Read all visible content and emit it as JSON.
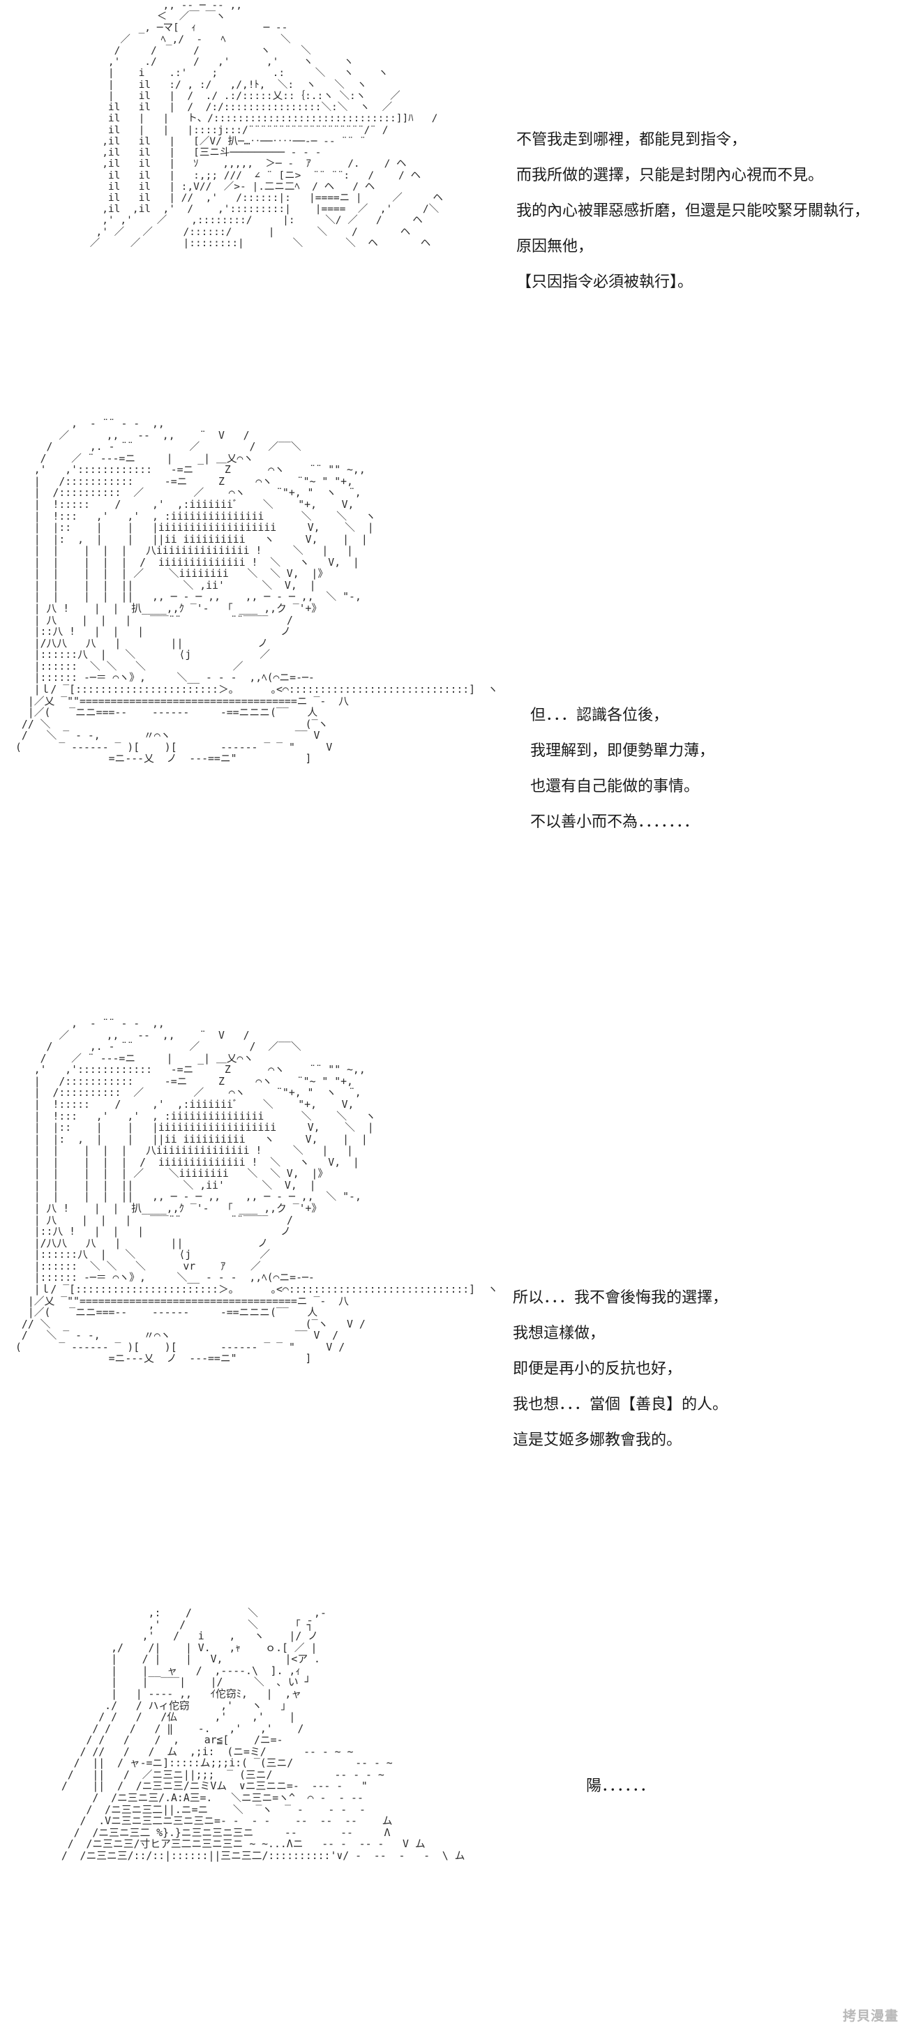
{
  "panels": [
    {
      "art": "             ,, -‐ ─ ‐- ,,\n            ＜  ／￣ ￣ヽ\n         _, ─マ[  ｨ           ─ ‐‐\n      ／     ﾍ_,/  ‐   ﾍ         ＼\n     /     /      /          ヽ     ＼\n    ,'    ./      /   ,'      ,'    ヽ     ヽ\n    |    i    .:'    ;         .:     ＼   ヽ    ヽ\n    |    il   :/ , :/   ,/,!ﾄ,  ＼:  ヽ   ＼  ヽ\n    |    il   |  /  ./ .:/:::::乂::｛:.:ヽ ＼:ヽ    ／\n    il   il   |  /  /:/::::::::::::::::＼:＼  ヽ  ／\n    il   |   |   ト、/::::::::::::::::::::::::::::::]]ﾊ   /\n    il   |   |   |::::j:::/¨¨¨¨¨¨¨¨¨¨¨¨¨¨¨¨¨¨¨/¨ /\n   ,il   il   |   [／V/ 扒─…‥──‥‥──‐─ ‐‐ ¨¨ ¨\n   ,il   il   |   [三ニ斗───────── ‐ ‐ ‐\n   ,il   il   |   ｿ    ,,,,,  ＞─ ‐  ｱ      /.    / ヘ\n    il   il   |   :,;; ///  ∠ ¨ [ニ>  ¨¨ ¨¨:   /    / ヘ\n    il   il   | :,V//  ／>‐ |.二ニ二ﾍ  / ヘ   / ヘ\n    il   il   | //  ,'   /::::::|:   |====ニ |     ／     ヘ\n   ,il  ,il  ,'  /    ,':::::::::|    |====  ／  ,'     /＼\n   ,' ,'    ／    ,::::::::/     |:     ＼/ ／   /     ヘ\n  ,' ／   ／     /::::::/      |       ＼    /       ヘ\n ／     ／       |::::::::|        ＼       ＼  ヘ       ヘ",
      "lines": [
        "不管我走到哪裡，都能見到指令，",
        "而我所做的選擇，只能是封閉內心視而不見。",
        "我的內心被罪惡感折磨，但還是只能咬緊牙關執行，",
        "原因無他，",
        "【只因指令必須被執行】。"
      ]
    },
    {
      "art": "         ,  ‐ ¨¨ ‐ ‐  ,,\n       ／      ,,   ‐‐  ,,    ¨  V   /\n     /      ,. ‐ ¨¨         ／        /  ／‾‾＼\n    /    ／ ¨ ‐‐‐=ニ     |    _| ＿乂⌒ヽ\n   ,'   ,'::::::::::::   ‐=ニ     Z      ⌒ヽ    ¨¨ \"\" ~,,\n   |   /:::::::::::     ‐=ニ     Z     ⌒ヽ    ¨\"~ \" \"+,\n   |  /::::::::::  ／        ／    ⌒ヽ     ¨\"+, \"  ヽ  ¨,\n   |  !:::::    /     ,'  ,:iiiiiiiﾞ    ＼    \"+,    V,\n   |  !:::   ,'   ,'  , :iiiiiiiiiiiiiii      ＼    ＼   ヽ\n   |  |::    |    |   |iiiiiiiiiiiiiiiiiii     V,    ＼  |\n   |  |:  ,  |    |   ||ii iiiiiiiiii   ヽ     V,    |  |\n   |  |    |  |  |   八iiiiiiiiiiiiiii !     ＼   |   |\n   |  |    |  |  |  /  iiiiiiiiiiiiii !  ＼   ヽ   V,  |\n   |  |    |  |  | ／    ＼iiiiiiii   ＼  ＼ V,  |》\n   |  |    |  |  ||        ＼ ,ii'      ＼  V,  |\n   |  |    |  |  ||   ,, ─ ‐ ─ ,,    ,, ─ ‐ ─ ,,  ＼ \"‐,\n   | 八 !    |  |  扒____,,ｸ ‾'‐   ｢ ___ ,,ク ‾'+》\n   | 八    |  |   |   ‾‾‾¨¨        ¨¨‾‾‾‾   /\n   |::八 !   |  |   |                      ノ\n   |/八八   八   |        ||            ノ\n   |::::::八  |   ＼       ⟨j           ／\n   |::::::  ＼ ＼   ＼              ／\n   |:::::: ‐─＝ ⌒ヽ》,     ＼__ ‐ ‐ ‐  ,,ﾍ(⌒ニ=‐─‐\n   |ｌ/ ‾[:::::::::::::::::::::::＞｡      ｡<⌒:::::::::::::::::::::::::::::]  ヽ\n  |／乂 ‾\"\"===================================ニ ‾‐  八\n  |／(   ‾ニニ===--    ------     ‐==ニニニ(‾‾   人\n // ＼                                         (‾ヽ\n /   ＼ ‾ ‐ ‐,       〃⌒ヽ                    ‾‾ V\n(      ‾ ‐‐‐‐‐‐ ‾ )[    )[       ‐‐‐‐‐‐ ‾ ‾ \"     V\n               =ニ‐‐‐乂  ノ  ‐‐‐==ニ\"           ]",
      "lines": [
        "但．．．認識各位後，",
        "我理解到，即便勢單力薄，",
        "也還有自己能做的事情。",
        "不以善小而不為．．．．．．．"
      ]
    },
    {
      "art": "         ,  ‐ ¨¨ ‐ ‐  ,,\n       ／      ,,   ‐‐  ,,    ¨  V   /\n     /      ,. ‐ ¨¨         ／        /  ／‾‾＼\n    /    ／ ¨ ‐‐‐=ニ     |    _| ＿乂⌒ヽ\n   ,'   ,'::::::::::::   ‐=ニ     Z      ⌒ヽ    ¨¨ \"\" ~,,\n   |   /:::::::::::     ‐=ニ     Z     ⌒ヽ    ¨\"~ \" \"+,\n   |  /::::::::::  ／        ／    ⌒ヽ     ¨\"+, \"  ヽ  ¨,\n   |  !:::::    /     ,'  ,:iiiiiiiﾞ    ＼    \"+,    V,\n   |  !:::   ,'   ,'  , :iiiiiiiiiiiiiii      ＼    ＼   ヽ\n   |  |::    |    |   |iiiiiiiiiiiiiiiiiii     V,    ＼  |\n   |  |:  ,  |    |   ||ii iiiiiiiiii   ヽ     V,    |  |\n   |  |    |  |  |   八iiiiiiiiiiiiiii !     ＼   |   |\n   |  |    |  |  |  /  iiiiiiiiiiiiii !  ＼   ヽ   V,  |\n   |  |    |  |  | ／    ＼iiiiiiii   ＼  ＼ V,  |》\n   |  |    |  |  ||        ＼ ,ii'      ＼  V,  |\n   |  |    |  |  ||   ,, ─ ‐ ─ ,,    ,, ─ ‐ ─ ,,  ＼ \"‐,\n   | 八 !    |  |  扒____,,ｸ ‾'‐   ｢ ___ ,,ク ‾'+》\n   | 八    |  |   |   ‾‾‾¨¨        ¨¨‾‾‾‾   /\n   |::八 !   |  |   |                      ノ\n   |/八八   八   |        ||            ノ\n   |::::::八  |   ＼       ⟨j           ／\n   |::::::  ＼ ＼   ＼      vr    ｱ    ／\n   |:::::: ‐─＝ ⌒ヽ》,     ＼__ ‐ ‐ ‐  ,,ﾍ(⌒ニ=‐─‐\n   |ｌ/ ‾[:::::::::::::::::::::::＞｡      ｡<⌒:::::::::::::::::::::::::::::]  ヽ\n  |／乂 ‾\"\"===================================ニ ‾‐  八\n  |／(   ‾ニニ===--    ------     ‐==ニニニ(‾‾   人\n // ＼                                         (‾ヽ   V /\n /   ＼ ‾ ‐ ‐,       〃⌒ヽ                    ‾‾ V  /\n(      ‾ ‐‐‐‐‐‐ ‾ )[    )[       ‐‐‐‐‐‐ ‾ ‾ \"     V /\n               =ニ‐‐‐乂  ノ  ‐‐‐==ニ\"           ]",
      "lines": [
        "所以．．．我不會後悔我的選擇，",
        "我想這樣做，",
        "即便是再小的反抗也好，",
        "我也想．．．當個【善良】的人。",
        "這是艾姬多娜教會我的。"
      ]
    },
    {
      "art": "                ,:    /         ＼         ,‐\n                ,'   /          ＼      ｢ ̄┐\n               ,'   /   i    ,   ヽ    |/ ノ\n          ,/    /|    | V.   ,ｬ    ｏ.[ ／ |\n          |    / |    |   V,          |<ア .\n          |    |__ ャ   /  ,‐‐‐‐.\\  ]. ,ｨ\n          |    |  ‾‾‾|    |/     ＼  ､ い ┘\n          |   | ‐‐‐‐ ,,   ｲ佗窃ﾐ,   |  ,ャ\n         ./   / ハィ佗窃     ,'   ヽ   ｣\n        / /   /   /仏      ,'    ,'    |\n       / /   /   / ‖    ‐.   ,'   ,'    /\n      / /   /    /  ,    ar≦[    /ニ=‐\n     / //   /   /  ム  ,;i:  (ニ=ミ/      ‐‐ ‐ ~ ~\n    /  ||  / ャ‐=ニ]:::::ム;;;i:( ‾(三ニ/          ‐‐ ‐ ~\n   /   ||   /  ／ニ三ニ||;;;  ‾ (三ニ/          ‐‐ ‐ ‐ ~\n  /    ||  /  /ニ三ニ三/ニミVム  ∨ニ三ニニ=‐  ‐‐‐ ‐   \"\n       /  /ニ三ニ三/.A:A三=.   ＼ニ三ニ=ヽ^  ⌒ ‐  ‐ ‐‐\n      /  /ニ三ニ三二||.ニ=ニ    ＼  ‾ヽ  ‾ ‐    ‐ ‐  ‐\n     /  .Vニ三ニ三二ニ三ニ三ニ=‐ ‐  ‐ ‐    ‐‐  ‐‐  ‐‐    ム\n    /  /ニ三ニ三二 %}.}ニ三ニ三ニ三ニ     ‐‐       ‐‐     Λ\n   /  /ニ三ニ三/寸ヒア三二ニ三ニ三ニ ~ ~...Λニ   ‐‐ ‐  ‐‐ ‐   V ム\n  /  /ニ三ニ三/::/::|::::::||三ニ三二/::::::::::'∨/ ‐  ‐‐  ‐   ‐  \\ ム",
      "lines": [
        "陽．．．．．．"
      ]
    }
  ],
  "watermark": "拷貝漫畫"
}
